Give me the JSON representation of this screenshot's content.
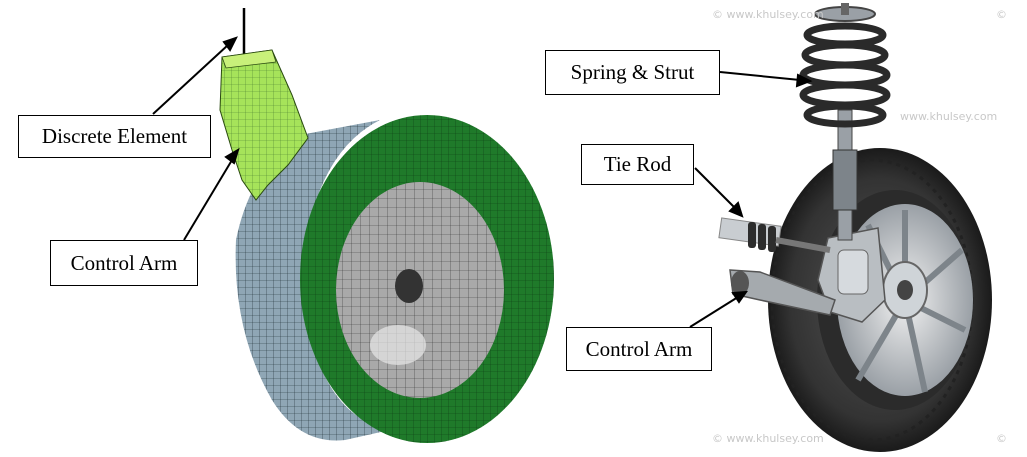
{
  "labels": {
    "discrete_element": "Discrete Element",
    "control_arm_left": "Control Arm",
    "spring_strut": "Spring & Strut",
    "tie_rod": "Tie Rod",
    "control_arm_right": "Control Arm"
  },
  "watermarks": {
    "top": "© www.khulsey.com",
    "mid": "www.khulsey.com",
    "bottom": "© www.khulsey.com",
    "edge_top": "©",
    "edge_bottom": "©"
  },
  "colors": {
    "mesh_green": "#1f7a2a",
    "mesh_light_green": "#a6e35a",
    "tread_blue": "#8fa6b5",
    "hub_grey": "#a9a9a9"
  }
}
